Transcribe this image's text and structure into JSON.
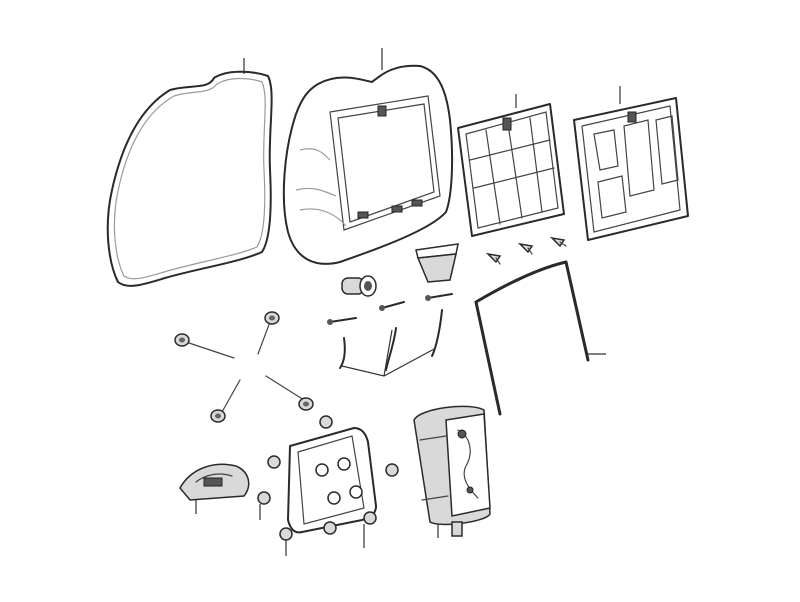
{
  "diagram": {
    "type": "exploded-parts-view",
    "colors": {
      "ink": "#2a2a2a",
      "shade": "#d9d9d9",
      "background": "#ffffff"
    },
    "parts": [
      {
        "name": "seal-gasket-ring",
        "icon": "gasket-loop-icon"
      },
      {
        "name": "top-case-shell",
        "icon": "case-shell-icon"
      },
      {
        "name": "inner-frame-grid",
        "icon": "grid-panel-icon"
      },
      {
        "name": "inner-liner-panel",
        "icon": "liner-panel-icon"
      },
      {
        "name": "clip-fasteners",
        "icon": "clip-icon"
      },
      {
        "name": "reflector-block",
        "icon": "block-icon"
      },
      {
        "name": "rubber-edge-strip",
        "icon": "edge-strip-icon"
      },
      {
        "name": "lock-cylinder",
        "icon": "lock-cylinder-icon"
      },
      {
        "name": "pins-and-rods",
        "icon": "pin-icon"
      },
      {
        "name": "mounting-bolts",
        "icon": "bolt-icon"
      },
      {
        "name": "hinge-pad",
        "icon": "pad-icon"
      },
      {
        "name": "base-plate-with-screws",
        "icon": "plate-icon"
      },
      {
        "name": "latch-lock-housing",
        "icon": "latch-housing-icon"
      }
    ]
  }
}
